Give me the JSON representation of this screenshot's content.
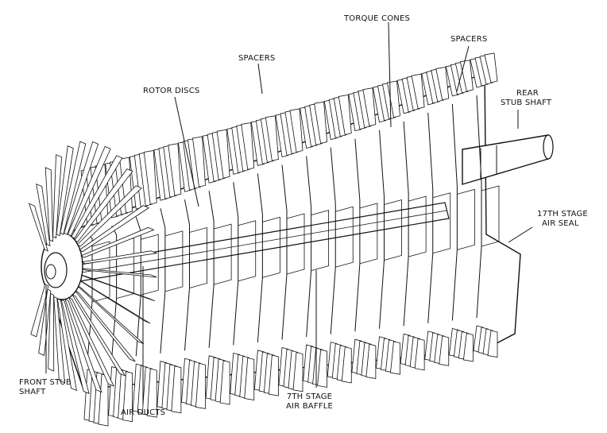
{
  "labels": {
    "torque_cones": "TORQUE CONES",
    "spacers_top": "SPACERS",
    "spacers_mid": "SPACERS",
    "rotor_discs": "ROTOR DISCS",
    "rear_stub_shaft": [
      "REAR",
      "STUB SHAFT"
    ],
    "stage17_air_seal": [
      "17TH STAGE",
      "AIR SEAL"
    ],
    "front_stub_shaft": [
      "FRONT STUB",
      "SHAFT"
    ],
    "air_ducts": "AIR DUCTS",
    "stage7_air_baffle": [
      "7TH STAGE",
      "AIR BAFFLE"
    ]
  },
  "colors": {
    "line": "#111111",
    "background": "#ffffff"
  }
}
